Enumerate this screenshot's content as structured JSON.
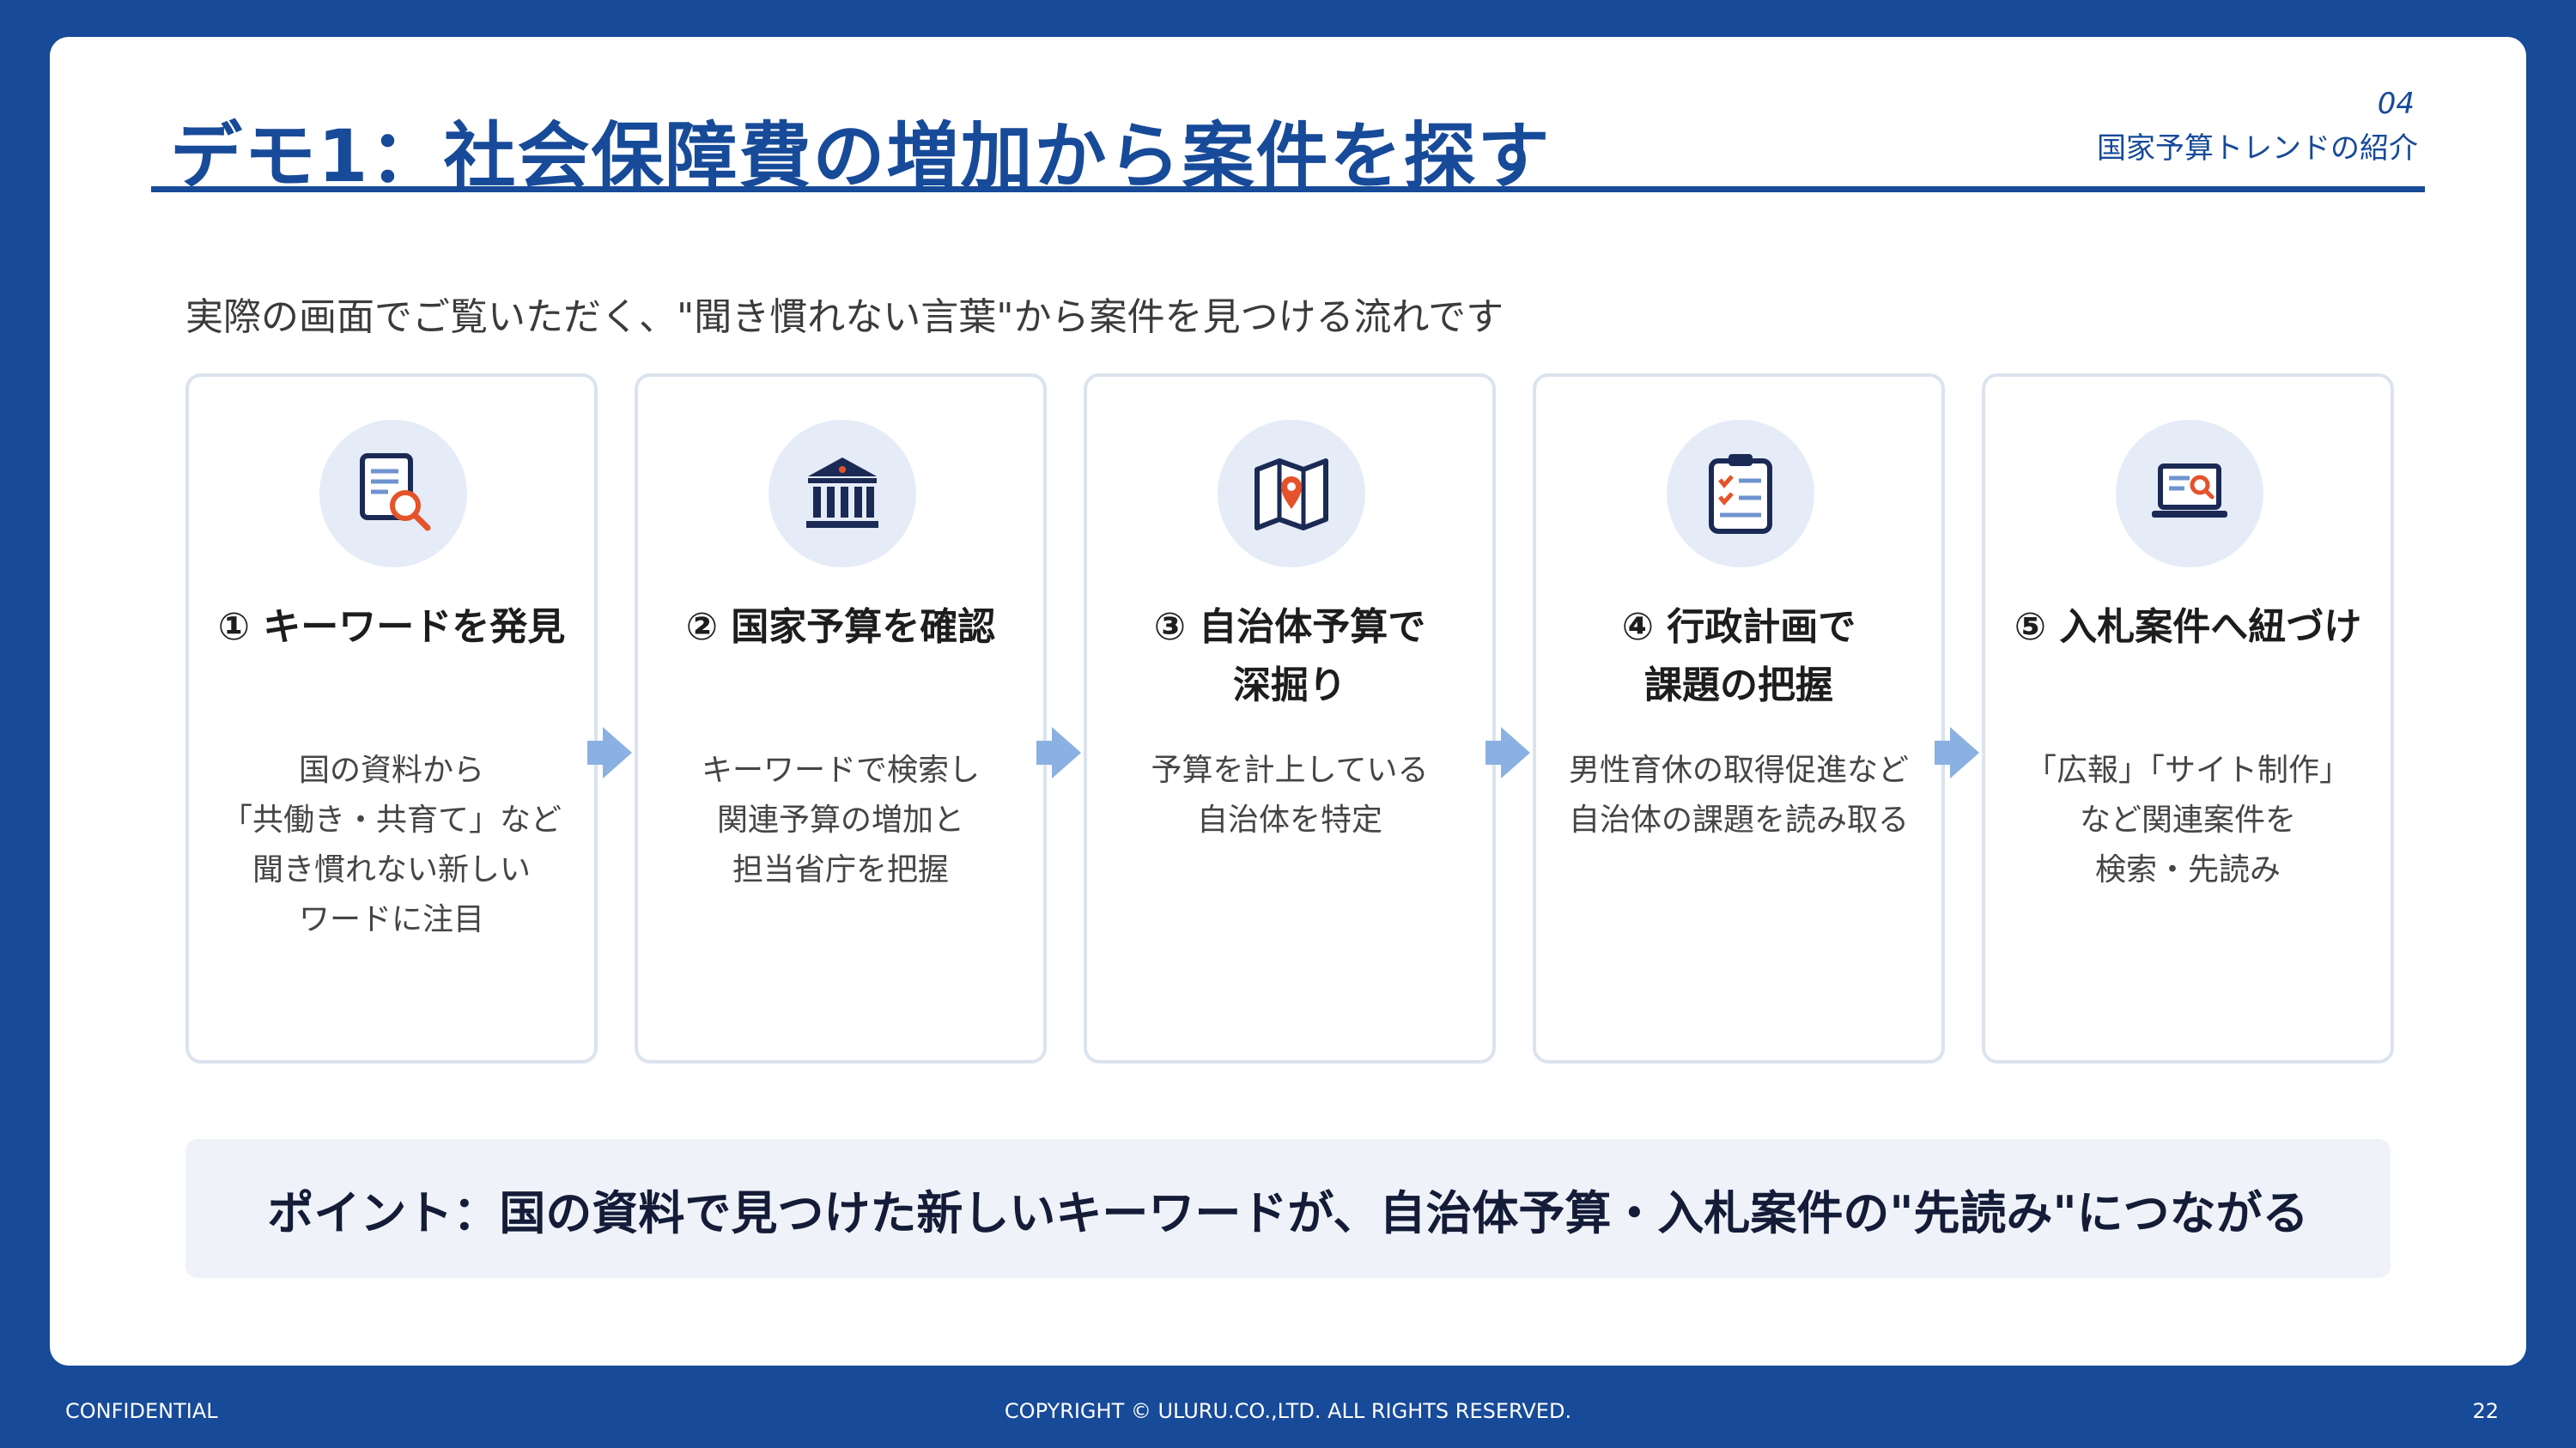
{
  "header": {
    "title": "デモ1：社会保障費の増加から案件を探す",
    "section_number": "04",
    "section_name": "国家予算トレンドの紹介"
  },
  "subtitle": "実際の画面でご覧いただく、\"聞き慣れない言葉\"から案件を見つける流れです",
  "steps": [
    {
      "icon": "document-search-icon",
      "title": "① キーワードを発見",
      "desc": "国の資料から\n「共働き・共育て」など\n聞き慣れない新しい\nワードに注目"
    },
    {
      "icon": "government-building-icon",
      "title": "② 国家予算を確認",
      "desc": "キーワードで検索し\n関連予算の増加と\n担当省庁を把握"
    },
    {
      "icon": "map-pin-icon",
      "title": "③ 自治体予算で\n深掘り",
      "desc": "予算を計上している\n自治体を特定"
    },
    {
      "icon": "checklist-clipboard-icon",
      "title": "④ 行政計画で\n課題の把握",
      "desc": "男性育休の取得促進など\n自治体の課題を読み取る"
    },
    {
      "icon": "laptop-search-icon",
      "title": "⑤ 入札案件へ紐づけ",
      "desc": "「広報」「サイト制作」\nなど関連案件を\n検索・先読み"
    }
  ],
  "point": "ポイント：国の資料で見つけた新しいキーワードが、自治体予算・入札案件の\"先読み\"につながる",
  "footer": {
    "confidential": "CONFIDENTIAL",
    "copyright": "COPYRIGHT © ULURU.CO.,LTD. ALL RIGHTS RESERVED.",
    "page": "22"
  },
  "colors": {
    "brand": "#174a99",
    "accent": "#e5532a",
    "arrow": "#8bb0e2",
    "card_border": "#dbe3ee",
    "point_bg": "#eff3f9"
  }
}
